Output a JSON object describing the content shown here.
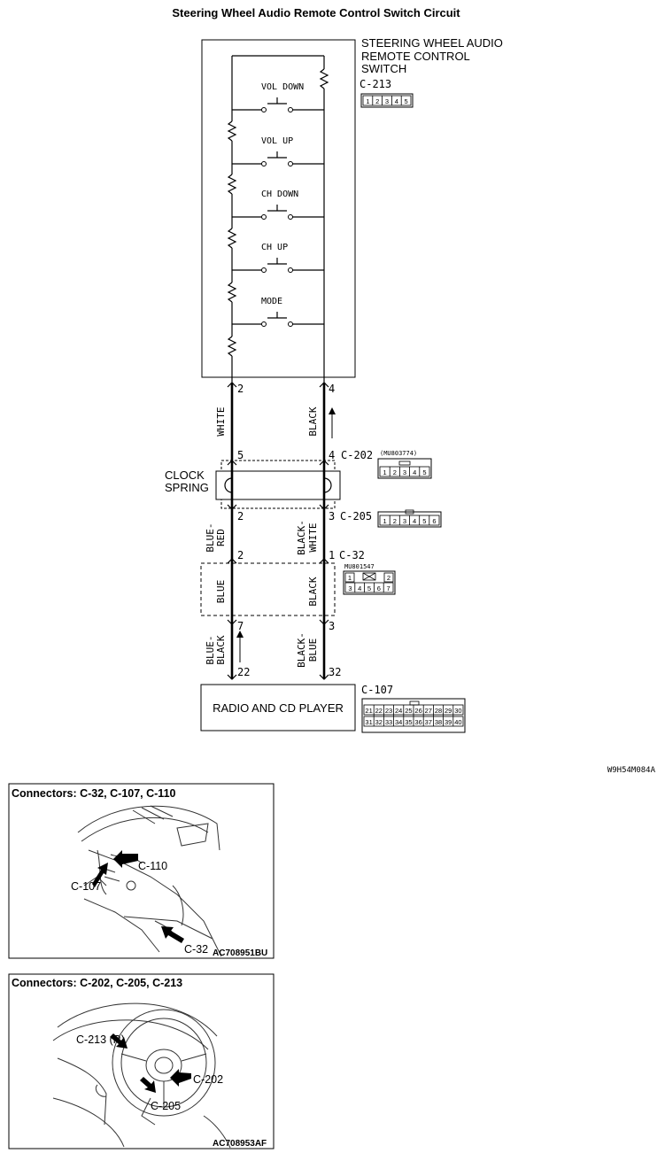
{
  "title": "Steering Wheel Audio Remote Control Switch Circuit",
  "switch_unit": {
    "label_lines": [
      "STEERING WHEEL AUDIO",
      "REMOTE CONTROL",
      "SWITCH"
    ],
    "connector": "C-213",
    "connector_pins": [
      "1",
      "2",
      "3",
      "4",
      "5"
    ],
    "switches": [
      "VOL DOWN",
      "VOL UP",
      "CH DOWN",
      "CH UP",
      "MODE"
    ],
    "left_pin": "2",
    "right_pin": "4"
  },
  "wires": {
    "white": "WHITE",
    "black": "BLACK",
    "blue_red": "BLUE-RED",
    "black_white": "BLACK-WHITE",
    "blue": "BLUE",
    "black2": "BLACK",
    "blue_black": "BLUE-BLACK",
    "black_blue": "BLACK-BLUE"
  },
  "clock_spring": {
    "label_lines": [
      "CLOCK",
      "SPRING"
    ],
    "top_left_pin": "5",
    "top_right_pin": "4",
    "top_connector": "C-202",
    "top_part_no": "(MU803774)",
    "top_pins": [
      "1",
      "2",
      "3",
      "4",
      "5"
    ],
    "bottom_left_pin": "2",
    "bottom_right_pin": "3",
    "bottom_connector": "C-205",
    "bottom_pins": [
      "1",
      "2",
      "3",
      "4",
      "5",
      "6"
    ]
  },
  "c32": {
    "left_pin": "2",
    "right_pin": "1",
    "connector": "C-32",
    "part_no": "MU801547",
    "pins_top": [
      "1",
      "2"
    ],
    "pins_bottom": [
      "3",
      "4",
      "5",
      "6",
      "7"
    ]
  },
  "lower_pins": {
    "left_a": "7",
    "right_a": "3",
    "left_b": "22",
    "right_b": "32"
  },
  "radio": {
    "label": "RADIO AND CD PLAYER",
    "connector": "C-107",
    "pins_top": [
      "21",
      "22",
      "23",
      "24",
      "25",
      "26",
      "27",
      "28",
      "29",
      "30"
    ],
    "pins_bottom": [
      "31",
      "32",
      "33",
      "34",
      "35",
      "36",
      "37",
      "38",
      "39",
      "40"
    ]
  },
  "diagram_code": "W9H54M084A",
  "panel1": {
    "caption": "Connectors: C-32, C-107, C-110",
    "callouts": [
      "C-110",
      "C-107",
      "C-32"
    ],
    "code": "AC708951BU"
  },
  "panel2": {
    "caption": "Connectors: C-202, C-205, C-213",
    "callouts": [
      "C-213 (R)",
      "C-202",
      "C-205"
    ],
    "code": "AC708953AF"
  }
}
